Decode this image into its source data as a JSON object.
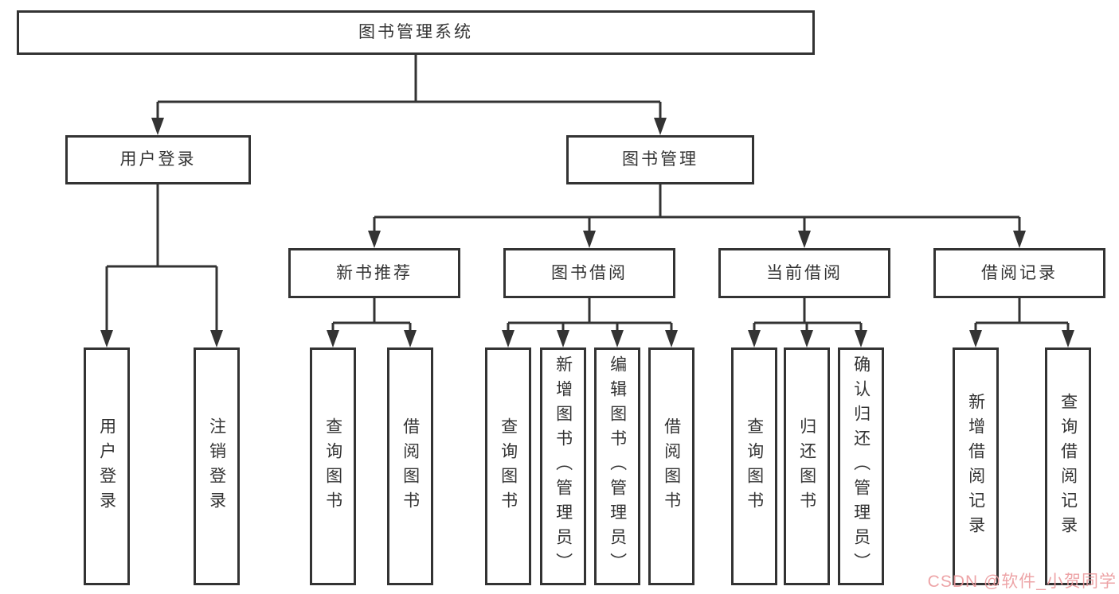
{
  "tree": {
    "label": "图书管理系统",
    "children": [
      {
        "label": "用户登录",
        "children": [
          {
            "label": "用户登录"
          },
          {
            "label": "注销登录"
          }
        ]
      },
      {
        "label": "图书管理",
        "children": [
          {
            "label": "新书推荐",
            "children": [
              {
                "label": "查询图书"
              },
              {
                "label": "借阅图书"
              }
            ]
          },
          {
            "label": "图书借阅",
            "children": [
              {
                "label": "查询图书"
              },
              {
                "label": "新增图书（管理员）"
              },
              {
                "label": "编辑图书（管理员）"
              },
              {
                "label": "借阅图书"
              }
            ]
          },
          {
            "label": "当前借阅",
            "children": [
              {
                "label": "查询图书"
              },
              {
                "label": "归还图书"
              },
              {
                "label": "确认归还（管理员）"
              }
            ]
          },
          {
            "label": "借阅记录",
            "children": [
              {
                "label": "新增借阅记录"
              },
              {
                "label": "查询借阅记录"
              }
            ]
          }
        ]
      }
    ]
  },
  "watermark": {
    "text": "CSDN @软件_小贺同学"
  },
  "colors": {
    "line": "#333333",
    "border": "#333333",
    "text": "#333333",
    "background": "#ffffff",
    "watermark": "#ec9b9e"
  }
}
